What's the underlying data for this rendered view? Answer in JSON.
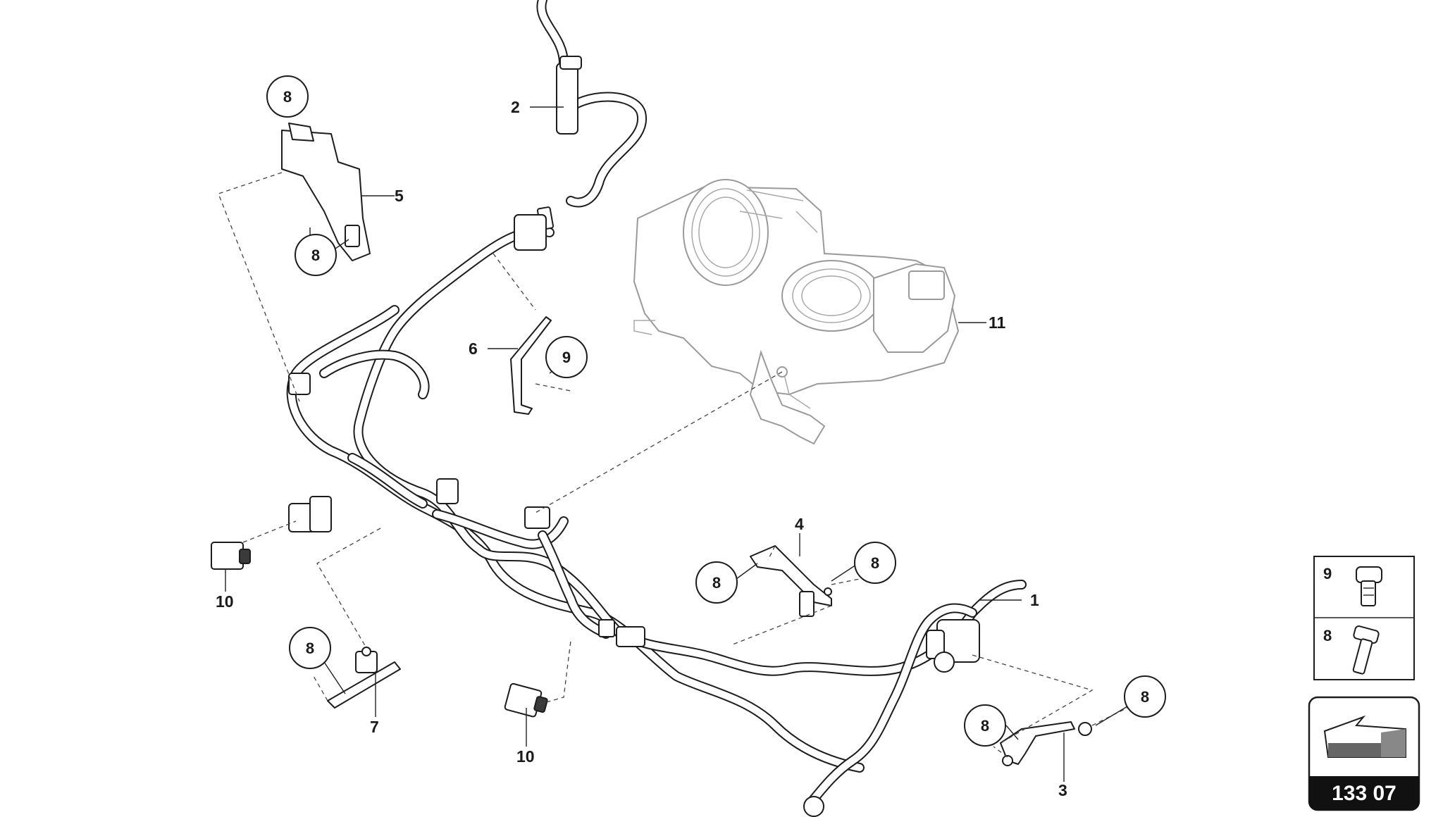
{
  "diagram": {
    "callouts": [
      {
        "id": "label-1",
        "text": "1"
      },
      {
        "id": "label-2",
        "text": "2"
      },
      {
        "id": "label-3",
        "text": "3"
      },
      {
        "id": "label-4",
        "text": "4"
      },
      {
        "id": "label-5",
        "text": "5"
      },
      {
        "id": "label-6",
        "text": "6"
      },
      {
        "id": "label-7",
        "text": "7"
      },
      {
        "id": "label-10a",
        "text": "10"
      },
      {
        "id": "label-10b",
        "text": "10"
      },
      {
        "id": "label-11",
        "text": "11"
      }
    ],
    "circled_callouts": [
      {
        "id": "circle-8a",
        "text": "8"
      },
      {
        "id": "circle-8b",
        "text": "8"
      },
      {
        "id": "circle-8c",
        "text": "8"
      },
      {
        "id": "circle-8d",
        "text": "8"
      },
      {
        "id": "circle-8e",
        "text": "8"
      },
      {
        "id": "circle-8f",
        "text": "8"
      },
      {
        "id": "circle-8g",
        "text": "8"
      },
      {
        "id": "circle-9",
        "text": "9"
      }
    ]
  },
  "legend": {
    "items": [
      {
        "number": "9",
        "icon": "torx-bolt-icon"
      },
      {
        "number": "8",
        "icon": "hex-bolt-icon"
      }
    ]
  },
  "page_tag": {
    "text": "133 07",
    "icon": "arrow-up-left-icon"
  }
}
